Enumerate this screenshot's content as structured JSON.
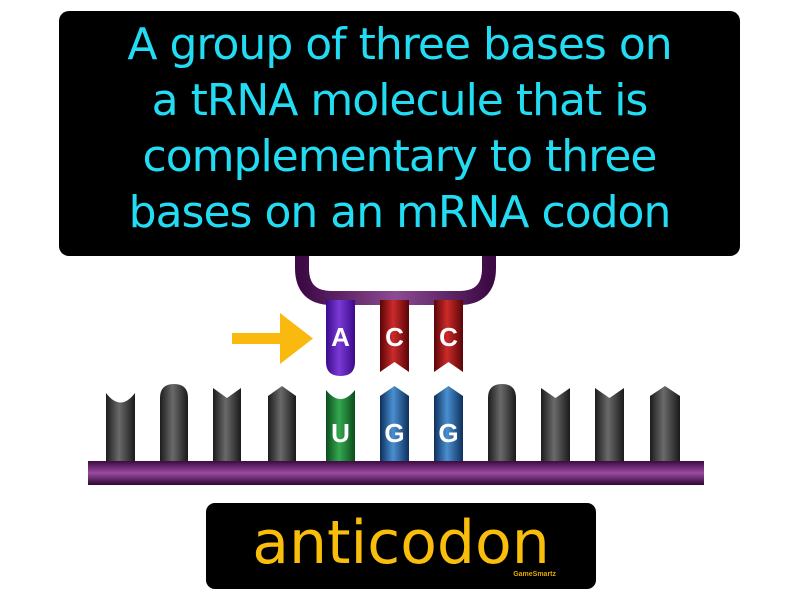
{
  "definition": {
    "lines": [
      "A group of three bases on",
      "a tRNA molecule that is",
      "complementary to three",
      "bases on an mRNA codon"
    ],
    "text_color": "#22dcf4",
    "background": "#000000"
  },
  "term": {
    "label": "anticodon",
    "color": "#f9bd0b",
    "brand": "GameSmartz"
  },
  "diagram": {
    "trna": {
      "loop_color": "#5e1c66",
      "anticodon_bases": [
        {
          "letter": "A",
          "color": "#6a1fb8",
          "shape": "round-bottom"
        },
        {
          "letter": "C",
          "color": "#a8151a",
          "shape": "notched"
        },
        {
          "letter": "C",
          "color": "#a8151a",
          "shape": "notched"
        }
      ],
      "pointer": {
        "icon": "arrow-right-icon",
        "color": "#f9b90f"
      }
    },
    "mrna": {
      "strand_color": "#6a1f70",
      "bases": [
        {
          "letter": "",
          "shape": "concave",
          "color": "#3a3a3a"
        },
        {
          "letter": "",
          "shape": "round",
          "color": "#3a3a3a"
        },
        {
          "letter": "",
          "shape": "notch",
          "color": "#3a3a3a"
        },
        {
          "letter": "",
          "shape": "point",
          "color": "#3a3a3a"
        },
        {
          "letter": "U",
          "shape": "concave",
          "color": "#1e8a38"
        },
        {
          "letter": "G",
          "shape": "point",
          "color": "#2f6fb0"
        },
        {
          "letter": "G",
          "shape": "point",
          "color": "#2f6fb0"
        },
        {
          "letter": "",
          "shape": "round",
          "color": "#3a3a3a"
        },
        {
          "letter": "",
          "shape": "notch",
          "color": "#3a3a3a"
        },
        {
          "letter": "",
          "shape": "notch",
          "color": "#3a3a3a"
        },
        {
          "letter": "",
          "shape": "point",
          "color": "#3a3a3a"
        }
      ]
    }
  }
}
